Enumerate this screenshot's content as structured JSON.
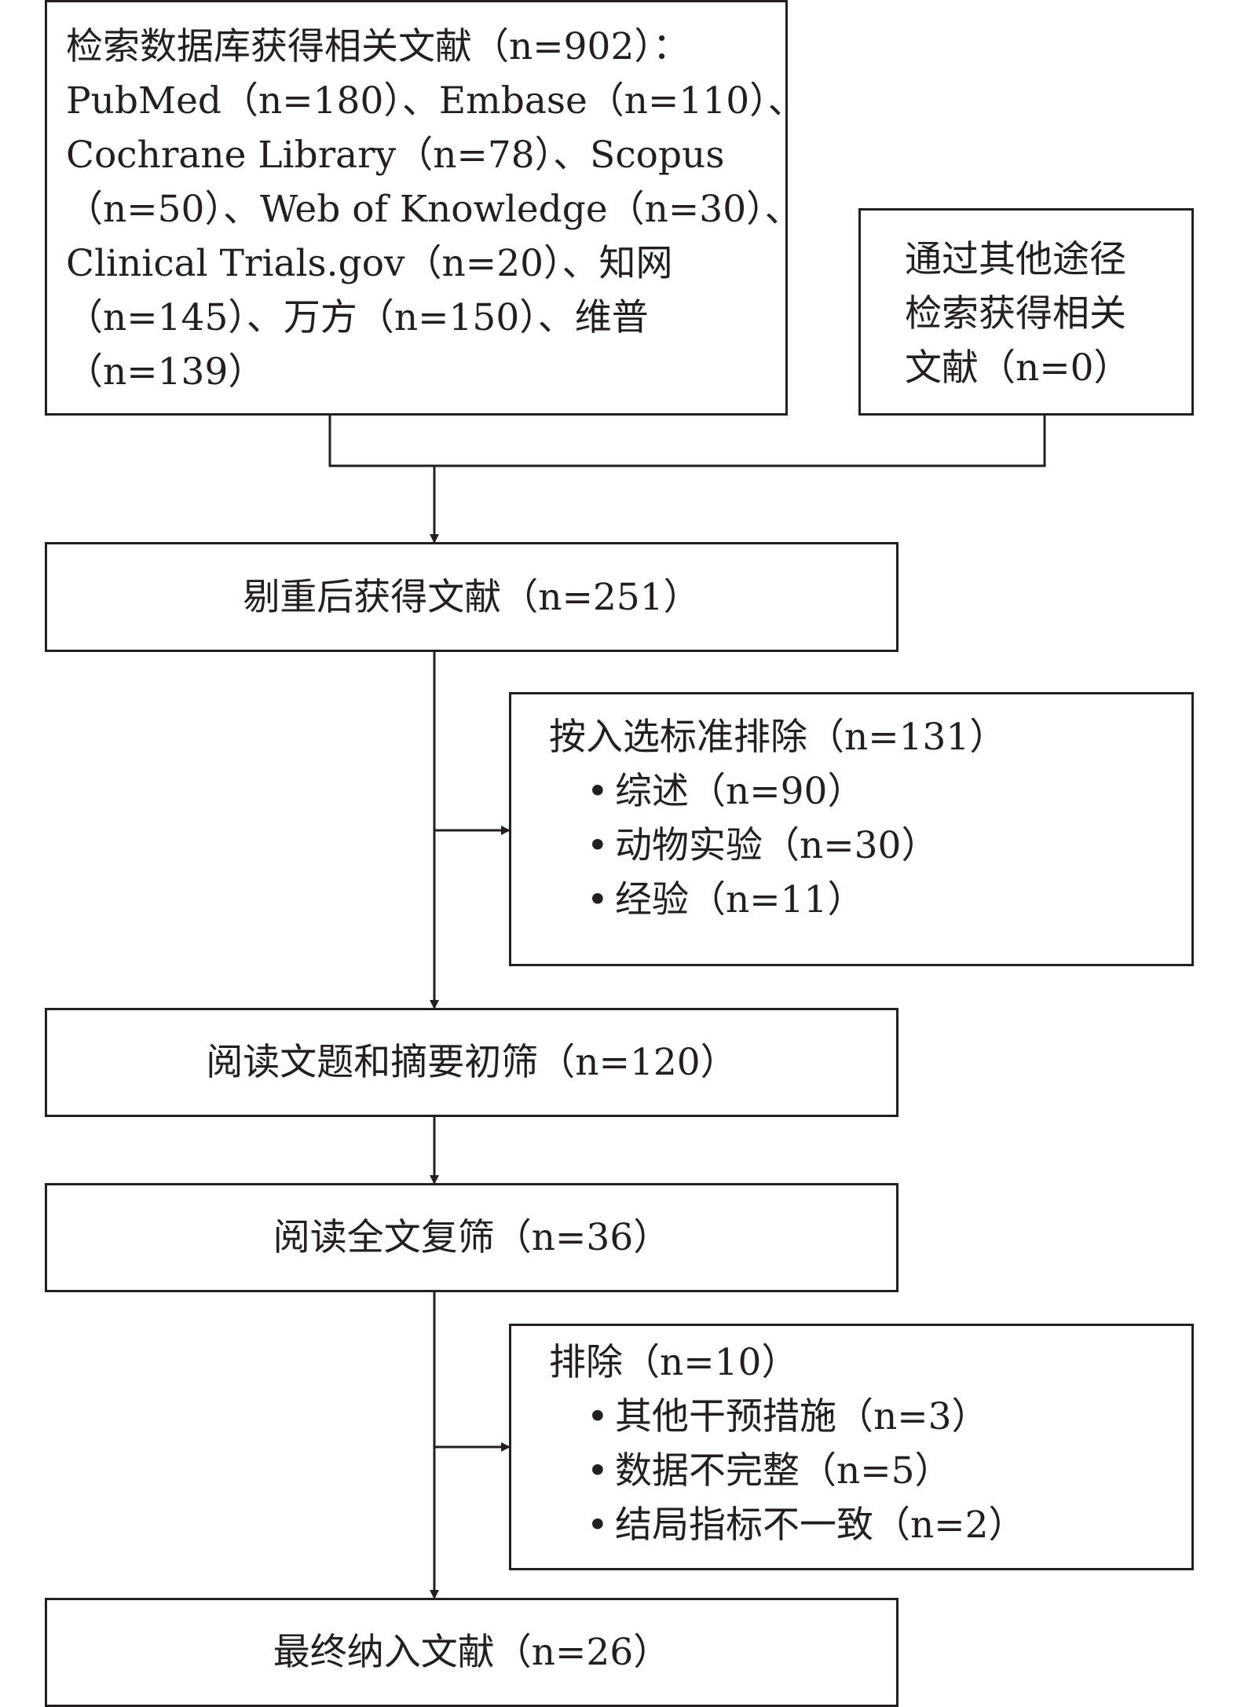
{
  "boxes": {
    "database_search": {
      "lines": [
        "检索数据库获得相关文献（n=902）：",
        "PubMed（n=180）、Embase（n=110）、",
        "Cochrane Library（n=78）、Scopus",
        "（n=50）、Web of Knowledge（n=30）、",
        "Clinical Trials.gov（n=20）、知网",
        "（n=145）、万方（n=150）、维普",
        "（n=139）"
      ]
    },
    "other_sources": {
      "lines": [
        "通过其他途径",
        "检索获得相关",
        "文献（n=0）"
      ]
    },
    "after_dedup": {
      "label": "剔重后获得文献（n=251）"
    },
    "exclusion_1": {
      "title": "按入选标准排除（n=131）",
      "bullet": "•",
      "items": [
        "综述（n=90）",
        "动物实验（n=30）",
        "经验（n=11）"
      ]
    },
    "title_abstract_screen": {
      "label": "阅读文题和摘要初筛（n=120）"
    },
    "fulltext_screen": {
      "label": "阅读全文复筛（n=36）"
    },
    "exclusion_2": {
      "title": "排除（n=10）",
      "bullet": "•",
      "items": [
        "其他干预措施（n=3）",
        "数据不完整（n=5）",
        "结局指标不一致（n=2）"
      ]
    },
    "final_included": {
      "label": "最终纳入文献（n=26）"
    }
  },
  "colors": {
    "stroke": "#231f20",
    "background": "#ffffff"
  }
}
